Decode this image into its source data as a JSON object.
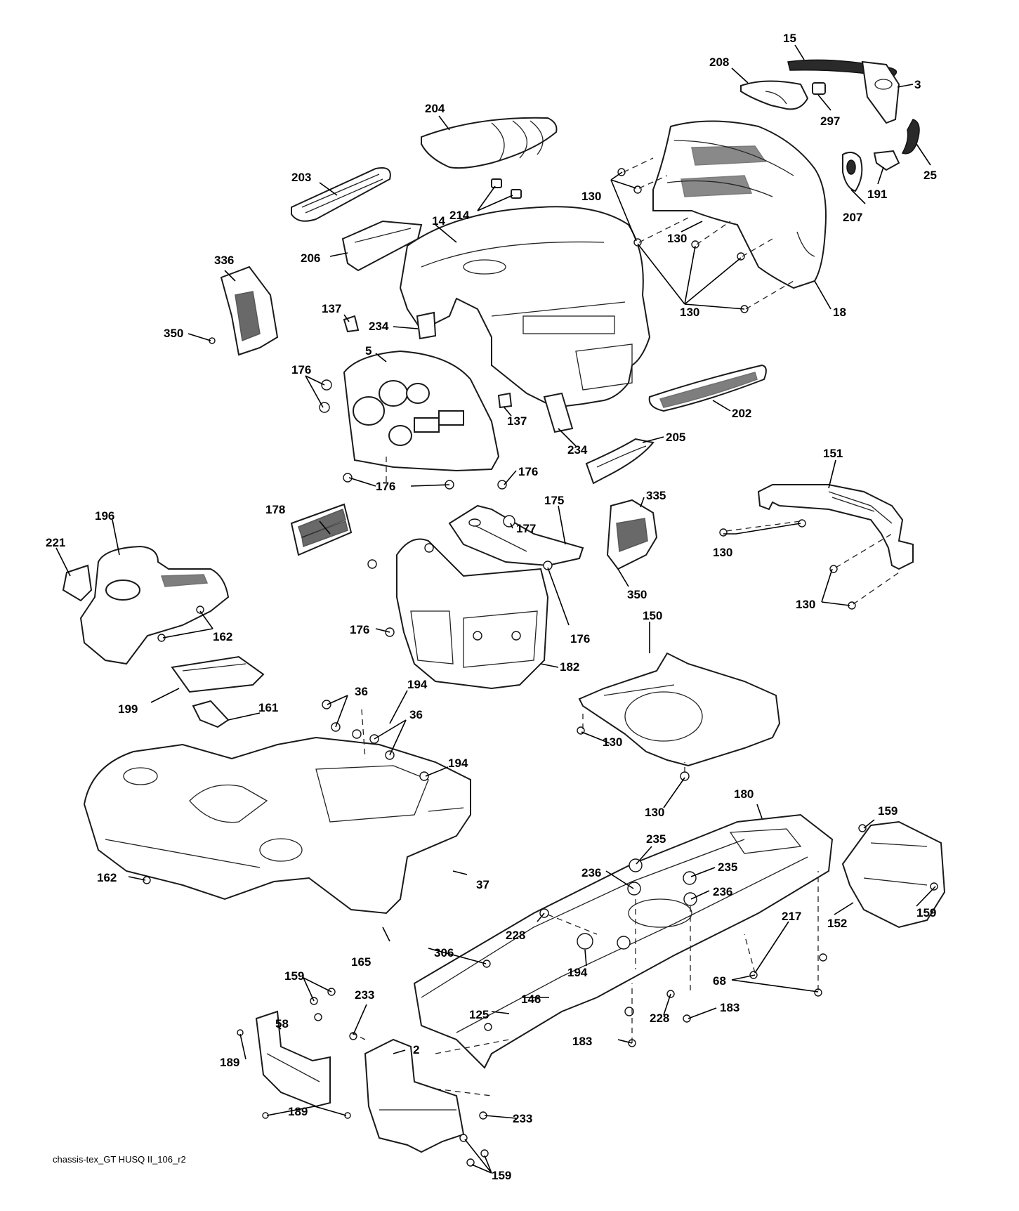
{
  "labels": {
    "l15": "15",
    "l208": "208",
    "l3": "3",
    "l297": "297",
    "l25": "25",
    "l204": "204",
    "l203": "203",
    "l214": "214",
    "l130a": "130",
    "l130b": "130",
    "l130c": "130",
    "l191": "191",
    "l207": "207",
    "l14": "14",
    "l206": "206",
    "l18": "18",
    "l336": "336",
    "l137a": "137",
    "l234a": "234",
    "l350a": "350",
    "l5": "5",
    "l176a": "176",
    "l137b": "137",
    "l202": "202",
    "l234b": "234",
    "l205": "205",
    "l151": "151",
    "l176b": "176",
    "l176c": "176",
    "l178": "178",
    "l175": "175",
    "l177": "177",
    "l335": "335",
    "l196": "196",
    "l221": "221",
    "l130d": "130",
    "l130e": "130",
    "l350b": "350",
    "l162a": "162",
    "l176d": "176",
    "l176e": "176",
    "l150": "150",
    "l182": "182",
    "l199": "199",
    "l36a": "36",
    "l194a": "194",
    "l161": "161",
    "l36b": "36",
    "l130f": "130",
    "l194b": "194",
    "l130g": "130",
    "l180": "180",
    "l159a": "159",
    "l235a": "235",
    "l162b": "162",
    "l37": "37",
    "l236a": "236",
    "l235b": "235",
    "l236b": "236",
    "l152": "152",
    "l159b": "159",
    "l217": "217",
    "l228a": "228",
    "l165": "165",
    "l306": "306",
    "l194c": "194",
    "l68": "68",
    "l159c": "159",
    "l233a": "233",
    "l146": "146",
    "l58": "58",
    "l228b": "228",
    "l183a": "183",
    "l125": "125",
    "l2": "2",
    "l189a": "189",
    "l183b": "183",
    "l189b": "189",
    "l233b": "233",
    "l159d": "159"
  },
  "footer": "chassis-tex_GT HUSQ II_106_r2"
}
